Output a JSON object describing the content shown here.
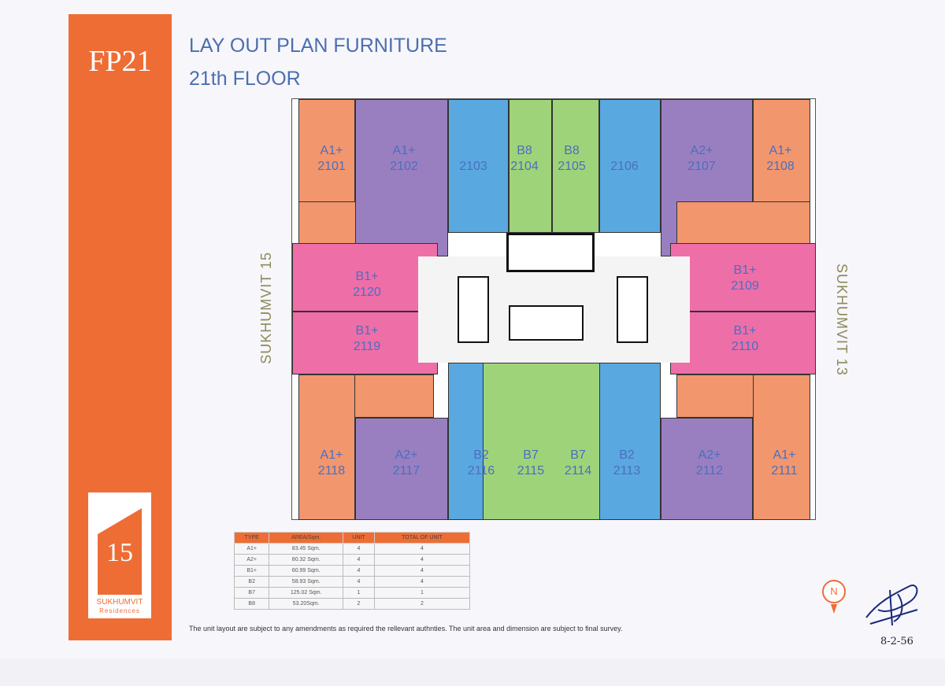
{
  "sheet_code": "FP21",
  "title_line1": "LAY OUT  PLAN FURNITURE",
  "title_line2": "21th FLOOR",
  "street_left": "SUKHUMVIT 15",
  "street_right": "SUKHUMVIT 13",
  "logo": {
    "number": "15",
    "name": "SUKHUMVIT",
    "sub": "Residences"
  },
  "units": [
    {
      "type": "A1+",
      "no": "2101"
    },
    {
      "type": "A1+",
      "no": "2102"
    },
    {
      "type": "",
      "no": "2103"
    },
    {
      "type": "B8",
      "no": "2104"
    },
    {
      "type": "B8",
      "no": "2105"
    },
    {
      "type": "",
      "no": "2106"
    },
    {
      "type": "A2+",
      "no": "2107"
    },
    {
      "type": "A1+",
      "no": "2108"
    },
    {
      "type": "B1+",
      "no": "2109"
    },
    {
      "type": "B1+",
      "no": "2110"
    },
    {
      "type": "A1+",
      "no": "2111"
    },
    {
      "type": "A2+",
      "no": "2112"
    },
    {
      "type": "B2",
      "no": "2113"
    },
    {
      "type": "B7",
      "no": "2114"
    },
    {
      "type": "B7",
      "no": "2115"
    },
    {
      "type": "B2",
      "no": "2116"
    },
    {
      "type": "A2+",
      "no": "2117"
    },
    {
      "type": "A1+",
      "no": "2118"
    },
    {
      "type": "B1+",
      "no": "2119"
    },
    {
      "type": "B1+",
      "no": "2120"
    }
  ],
  "table": {
    "headers": [
      "TYPE",
      "AREA/Sqm.",
      "UNIT",
      "TOTAL OF UNIT"
    ],
    "rows": [
      [
        "A1+",
        "83.45 Sqm.",
        "4",
        "4"
      ],
      [
        "A2+",
        "80.32 Sqm.",
        "4",
        "4"
      ],
      [
        "B1+",
        "60.99 Sqm.",
        "4",
        "4"
      ],
      [
        "B2",
        "58.93 Sqm.",
        "4",
        "4"
      ],
      [
        "B7",
        "125.02 Sqm.",
        "1",
        "1"
      ],
      [
        "B8",
        "53.20Sqm.",
        "2",
        "2"
      ]
    ]
  },
  "note": "The unit layout are subject to any amendments as required the rellevant authnties. The unit area and dimension are subject to final survey.",
  "north_label": "N",
  "signature_date": "8-2-56"
}
